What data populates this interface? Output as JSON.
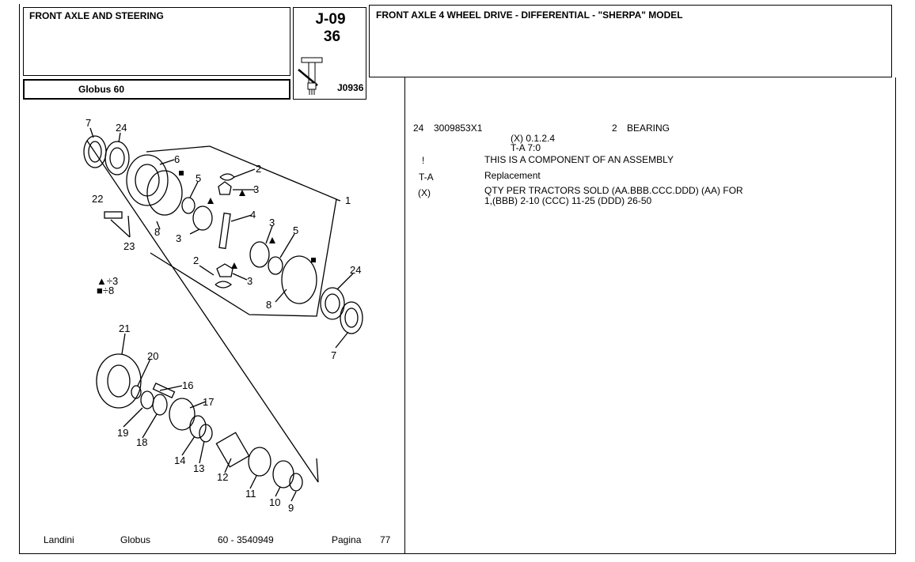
{
  "header": {
    "section_title": "FRONT AXLE AND STEERING",
    "model_name": "Globus 60",
    "code_top": "J-09",
    "code_number": "36",
    "image_ref": "J0936",
    "page_title": "FRONT AXLE 4 WHEEL DRIVE - DIFFERENTIAL - \"SHERPA\" MODEL"
  },
  "part_entry": {
    "ref": "24",
    "part_number": "3009853X1",
    "qty": "2",
    "description": "BEARING",
    "variant_x": "(X) 0.1.2.4",
    "variant_ta": "T-A 7:0"
  },
  "legend": [
    {
      "symbol": "!",
      "text": "THIS IS A COMPONENT OF AN ASSEMBLY"
    },
    {
      "symbol": "T-A",
      "text": "Replacement"
    },
    {
      "symbol": "(X)",
      "text": "QTY PER TRACTORS SOLD  (AA.BBB.CCC.DDD) (AA) FOR",
      "text2": "1,(BBB) 2-10 (CCC) 11-25 (DDD) 26-50"
    }
  ],
  "diagram": {
    "callouts": [
      "7",
      "24",
      "6",
      "5",
      "2",
      "3",
      "1",
      "22",
      "23",
      "4",
      "8",
      "3",
      "3",
      "5",
      "2",
      "3",
      "24",
      "8",
      "7",
      "21",
      "20",
      "16",
      "17",
      "19",
      "18",
      "14",
      "13",
      "12",
      "11",
      "10",
      "9"
    ],
    "key_triangle": "▲÷3",
    "key_square": "■÷8"
  },
  "footer": {
    "brand": "Landini",
    "series": "Globus",
    "doc_number": "60 - 3540949",
    "page_label": "Pagina",
    "page_number": "77"
  }
}
